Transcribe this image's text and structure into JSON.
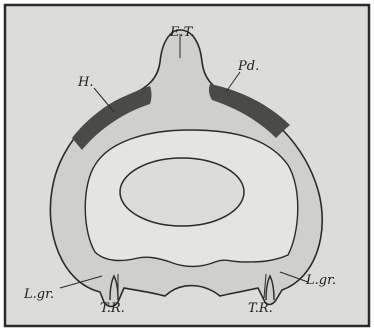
{
  "figure": {
    "colors": {
      "background": "#dcdcd8",
      "frame": "#2a2a2a",
      "outline": "#2a2a2a",
      "body_fill": "#cfcfcb",
      "inner_fill": "#e4e4e0",
      "dark_band": "#4a4a48"
    },
    "labels": {
      "et": "E.T.",
      "h": "H.",
      "pd": "Pd.",
      "lgr_left": "L.gr.",
      "lgr_right": "L.gr.",
      "tr_left": "T.R.",
      "tr_right": "T.R."
    }
  }
}
